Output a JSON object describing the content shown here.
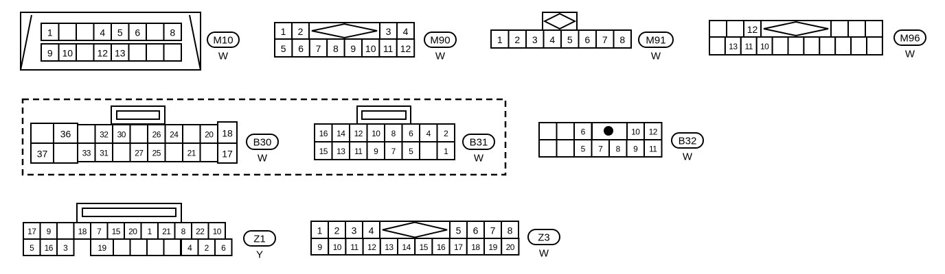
{
  "connectors": {
    "M10": {
      "id": "M10",
      "color": "W"
    },
    "M90": {
      "id": "M90",
      "color": "W"
    },
    "M91": {
      "id": "M91",
      "color": "W"
    },
    "M96": {
      "id": "M96",
      "color": "W"
    },
    "B30": {
      "id": "B30",
      "color": "W"
    },
    "B31": {
      "id": "B31",
      "color": "W"
    },
    "B32": {
      "id": "B32",
      "color": "W"
    },
    "Z1": {
      "id": "Z1",
      "color": "Y"
    },
    "Z3": {
      "id": "Z3",
      "color": "W"
    }
  },
  "pins": {
    "M10": {
      "row1": [
        "1",
        "",
        "",
        "4",
        "5",
        "6",
        "",
        "8"
      ],
      "row2": [
        "9",
        "10",
        "",
        "12",
        "13",
        "",
        "",
        ""
      ]
    },
    "M90": {
      "row1": [
        "1",
        "2",
        "3",
        "4"
      ],
      "row2": [
        "5",
        "6",
        "7",
        "8",
        "9",
        "10",
        "11",
        "12"
      ]
    },
    "M91": {
      "row1": [
        "1",
        "2",
        "3",
        "4",
        "5",
        "6",
        "7",
        "8"
      ]
    },
    "M96": {
      "row1": [
        "",
        "",
        "12",
        "",
        "",
        "",
        "",
        ""
      ],
      "row2": [
        "",
        "13",
        "11",
        "10",
        "",
        "",
        "",
        "",
        "",
        "",
        ""
      ]
    },
    "B30": {
      "top": [
        "36",
        "32",
        "30",
        "26",
        "24",
        "20",
        "18"
      ],
      "bottom": [
        "37",
        "33",
        "31",
        "27",
        "25",
        "21",
        "17"
      ]
    },
    "B31": {
      "row1": [
        "16",
        "14",
        "12",
        "10",
        "8",
        "6",
        "4",
        "2"
      ],
      "row2": [
        "15",
        "13",
        "11",
        "9",
        "7",
        "5",
        "",
        "1"
      ]
    },
    "B32": {
      "row1": [
        "",
        "",
        "6",
        "",
        "",
        "10",
        "12"
      ],
      "row2": [
        "",
        "",
        "5",
        "7",
        "8",
        "9",
        "11"
      ]
    },
    "Z1": {
      "row1": [
        "17",
        "9",
        "",
        "18",
        "7",
        "15",
        "20",
        "1",
        "21",
        "8",
        "22",
        "10"
      ],
      "row2": [
        "5",
        "16",
        "3",
        "19",
        "",
        "",
        "",
        "",
        "4",
        "2",
        "6"
      ]
    },
    "Z3": {
      "row1": [
        "1",
        "2",
        "3",
        "4",
        "5",
        "6",
        "7",
        "8"
      ],
      "row2": [
        "9",
        "10",
        "11",
        "12",
        "13",
        "14",
        "15",
        "16",
        "17",
        "18",
        "19",
        "20"
      ]
    }
  }
}
